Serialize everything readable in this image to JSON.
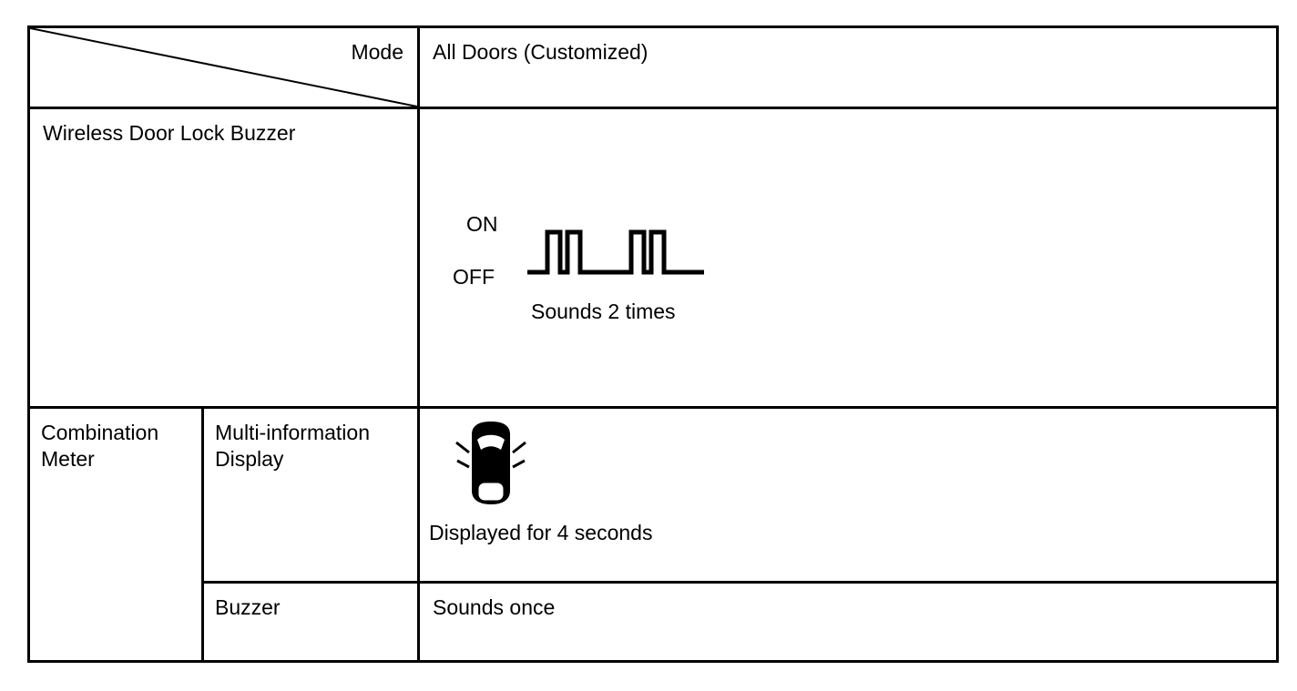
{
  "table": {
    "header": {
      "corner_label": "Mode",
      "value": "All Doors (Customized)"
    },
    "wireless_row": {
      "label": "Wireless Door Lock Buzzer",
      "waveform": {
        "on": "ON",
        "off": "OFF",
        "caption": "Sounds 2 times"
      }
    },
    "combination_row": {
      "group_label": "Combination Meter",
      "display": {
        "label": "Multi-information Display",
        "caption": "Displayed for 4 seconds"
      },
      "buzzer": {
        "label": "Buzzer",
        "value": "Sounds once"
      }
    },
    "icons": {
      "waveform": "buzzer-waveform-diagram",
      "car": "door-ajar-car-icon"
    },
    "colors": {
      "border": "#000000",
      "background": "#ffffff",
      "text": "#000000"
    }
  }
}
